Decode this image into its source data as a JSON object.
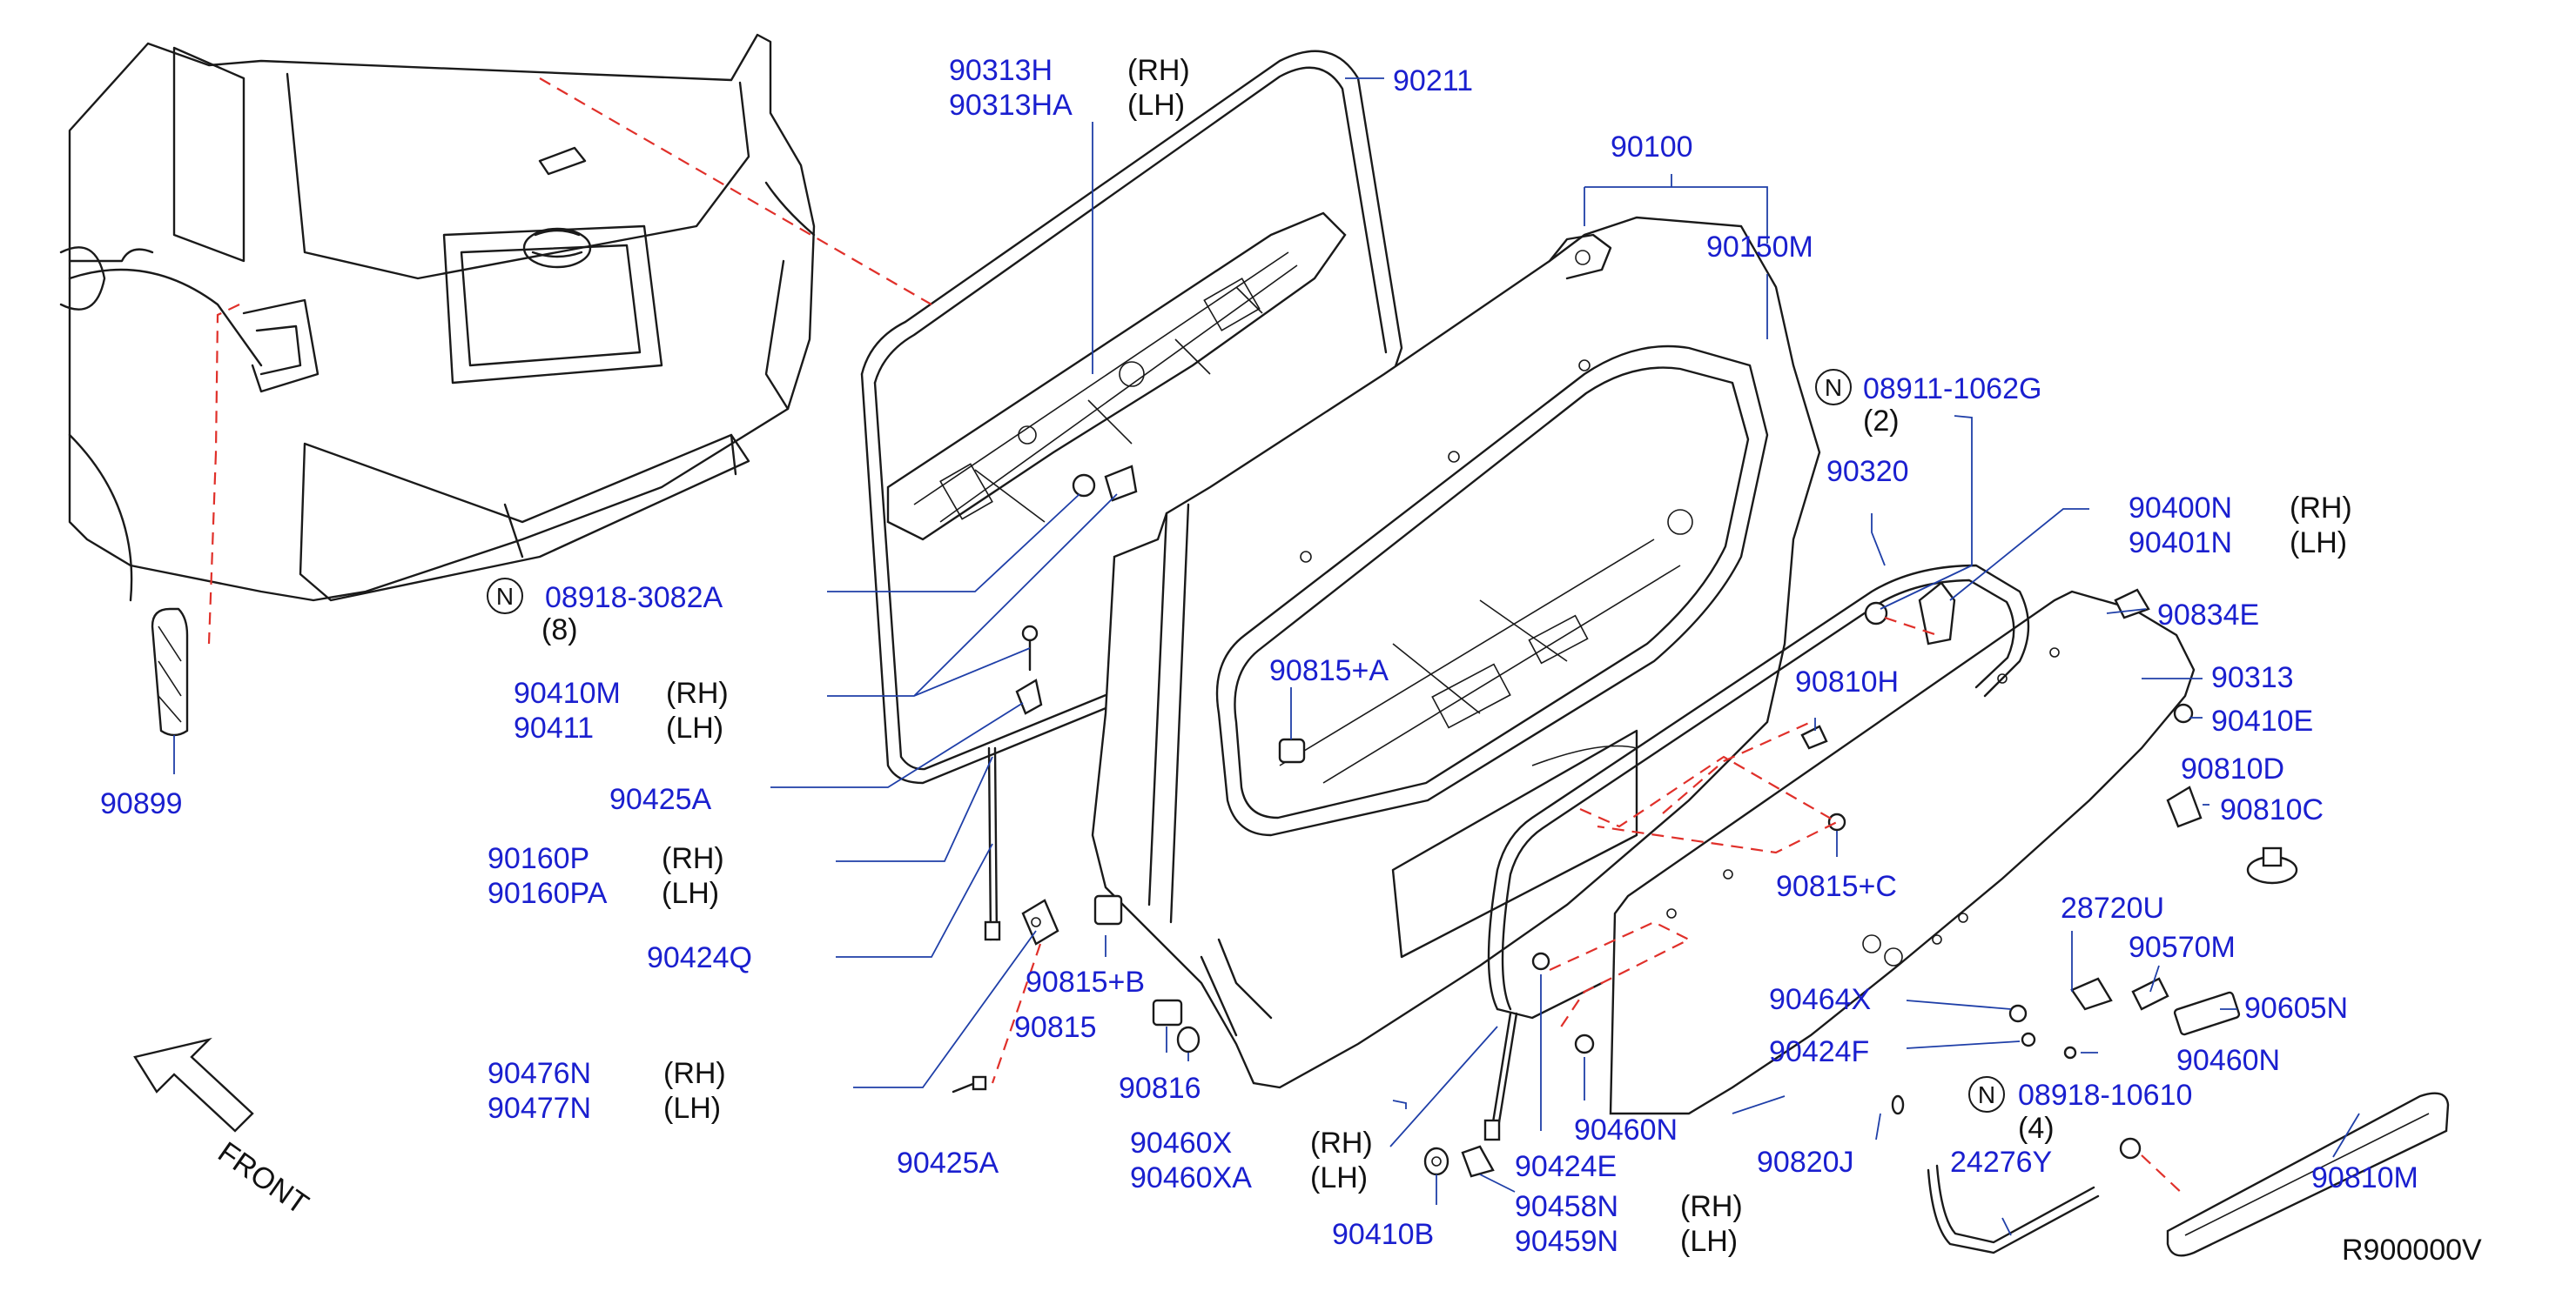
{
  "drawing_code": "R900000V",
  "front_label": "FRONT",
  "n_symbol": "N",
  "colors": {
    "part_number": "#1a1fcf",
    "leader": "#1f3fa8",
    "hidden_line": "#e0302a",
    "outline": "#1a1a1a"
  },
  "callouts": {
    "c90313H": "90313H",
    "c90313HA": "90313HA",
    "rh1": "(RH)",
    "lh1": "(LH)",
    "c90211": "90211",
    "c90100": "90100",
    "c90150M": "90150M",
    "c08911": "08911-1062G",
    "q2": "(2)",
    "c90320": "90320",
    "c90400N": "90400N",
    "c90401N": "90401N",
    "rh2": "(RH)",
    "lh2": "(LH)",
    "c90834E": "90834E",
    "c90313": "90313",
    "c90410E": "90410E",
    "c90810D": "90810D",
    "c90810C": "90810C",
    "c90815A": "90815+A",
    "c90810H": "90810H",
    "c90815C": "90815+C",
    "c28720U": "28720U",
    "c90570M": "90570M",
    "c90605N": "90605N",
    "c90460N_r": "90460N",
    "c90464X": "90464X",
    "c90424F": "90424F",
    "c08918_10610": "08918-10610",
    "q4": "(4)",
    "c90820J": "90820J",
    "c24276Y": "24276Y",
    "c90810M": "90810M",
    "c08918_3082A": "08918-3082A",
    "q8": "(8)",
    "c90410M": "90410M",
    "c90411": "90411",
    "rh3": "(RH)",
    "lh3": "(LH)",
    "c90899": "90899",
    "c90425A_1": "90425A",
    "c90160P": "90160P",
    "c90160PA": "90160PA",
    "rh4": "(RH)",
    "lh4": "(LH)",
    "c90424Q": "90424Q",
    "c90815B": "90815+B",
    "c90815": "90815",
    "c90816": "90816",
    "c90476N": "90476N",
    "c90477N": "90477N",
    "rh5": "(RH)",
    "lh5": "(LH)",
    "c90425A_2": "90425A",
    "c90460X": "90460X",
    "c90460XA": "90460XA",
    "rh6": "(RH)",
    "lh6": "(LH)",
    "c90460N_b": "90460N",
    "c90424E": "90424E",
    "c90410B": "90410B",
    "c90458N": "90458N",
    "c90459N": "90459N",
    "rh7": "(RH)",
    "lh7": "(LH)"
  }
}
